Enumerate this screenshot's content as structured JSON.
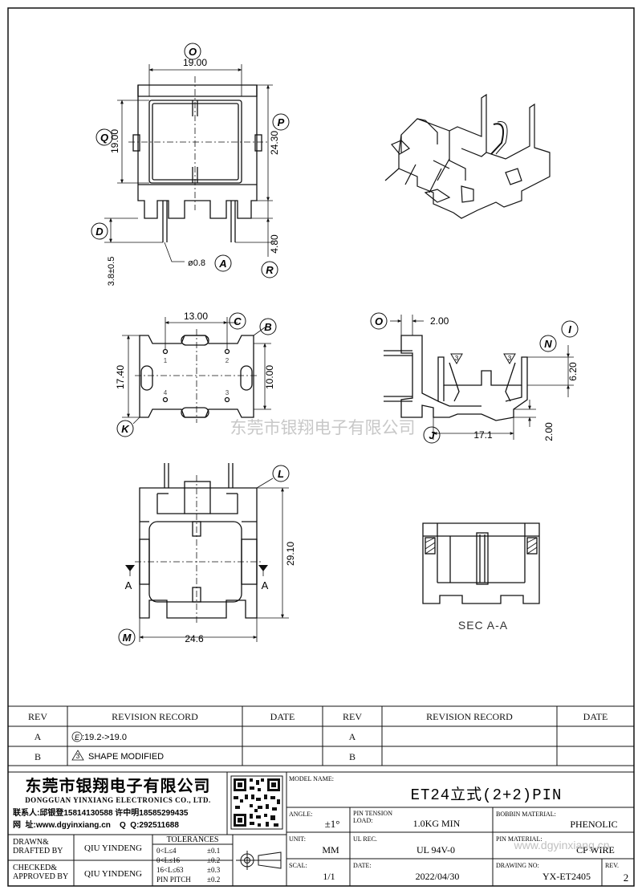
{
  "drawing": {
    "front_top": {
      "dim_top": "19.00",
      "dim_left": "19.00",
      "dim_right": "24.30",
      "dim_right_lower": "4.80",
      "dim_pin_len": "3.8±0.5",
      "pin_dia": "ø0.8",
      "labels": [
        "O",
        "Q",
        "P",
        "D",
        "A",
        "R"
      ]
    },
    "bottom_view": {
      "dim_pitch": "13.00",
      "dim_height": "17.40",
      "dim_right": "10.00",
      "pin_numbers": [
        "1",
        "2",
        "4",
        "3"
      ],
      "labels": [
        "C",
        "B",
        "K"
      ]
    },
    "side_view": {
      "dim_top": "2.00",
      "dim_right": "6.20",
      "dim_bottom": "17.1",
      "dim_bottom_right": "2.00",
      "callouts": [
        "3",
        "3"
      ],
      "labels": [
        "O",
        "I",
        "N",
        "J"
      ]
    },
    "bottom_front": {
      "dim_width": "24.6",
      "dim_height": "29.10",
      "section_marks": [
        "A",
        "A"
      ],
      "labels": [
        "L",
        "M"
      ]
    },
    "section_title": "SEC A-A",
    "watermark": "东莞市银翔电子有限公司"
  },
  "revision_table": {
    "headers": [
      "REV",
      "REVISION RECORD",
      "DATE",
      "REV",
      "REVISION RECORD",
      "DATE"
    ],
    "rows": [
      {
        "rev": "A",
        "mark": "E",
        "record": ":19.2->19.0",
        "date": "",
        "rev2": "A",
        "record2": "",
        "date2": ""
      },
      {
        "rev": "B",
        "mark": "3",
        "record": "SHAPE MODIFIED",
        "date": "",
        "rev2": "B",
        "record2": "",
        "date2": ""
      }
    ]
  },
  "title_block": {
    "company_cn": "东莞市银翔电子有限公司",
    "company_en": "DONGGUAN YINXIANG ELECTRONICS CO., LTD.",
    "contact": "联系人:邱银登15814130588 许中明18585299435",
    "web": "网  址:www.dgyinxiang.cn    Q  Q:292511688",
    "drawn_label": "DRAWN&\nDRAFTED BY",
    "drawn_value": "QIU YINDENG",
    "checked_label": "CHECKED&\nAPPROVED BY",
    "checked_value": "QIU YINDENG",
    "tolerances_label": "TOLERANCES",
    "tolerances": [
      {
        "range": "0<L≤4",
        "tol": "±0.1"
      },
      {
        "range": "0<L≤16",
        "tol": "±0.2"
      },
      {
        "range": "16<L≤63",
        "tol": "±0.3"
      },
      {
        "range": "PIN PITCH",
        "tol": "±0.2"
      }
    ],
    "model_label": "MODEL NAME:",
    "model_value": "ET24立式(2+2)PIN",
    "angle_label": "ANGLE:",
    "angle_value": "±1°",
    "pin_tension_label": "PIN TENSION\nLOAD:",
    "pin_tension_value": "1.0KG MIN",
    "bobbin_material_label": "BOBBIN MATERIAL:",
    "bobbin_material_value": "PHENOLIC",
    "unit_label": "UNIT:",
    "unit_value": "MM",
    "ul_label": "UL REC.",
    "ul_value": "UL 94V-0",
    "pin_material_label": "PIN MATERIAL:",
    "pin_material_value": "CP WIRE",
    "scale_label": "SCAL:",
    "scale_value": "1/1",
    "date_label": "DATE:",
    "date_value": "2022/04/30",
    "drawing_no_label": "DRAWING NO:",
    "drawing_no_value": "YX-ET2405",
    "rev_label": "REV.",
    "rev_value": "2",
    "watermark_url": "www.dgyinxiang.cn"
  }
}
